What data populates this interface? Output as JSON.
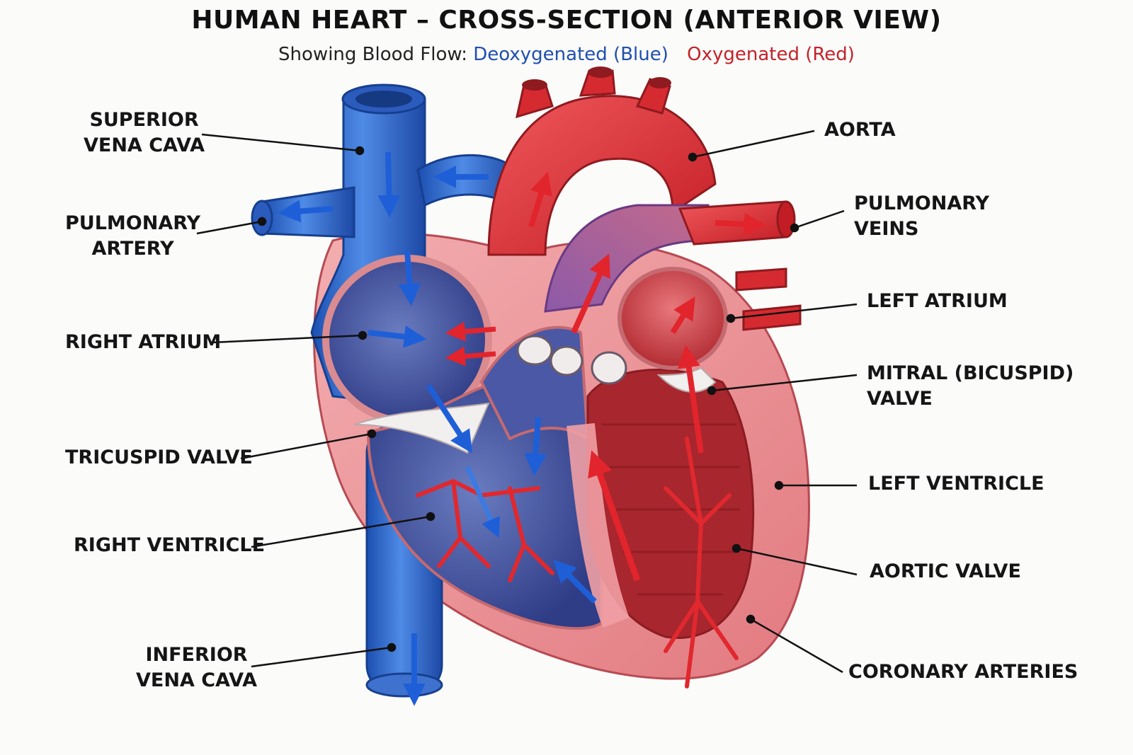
{
  "title": "HUMAN HEART – CROSS-SECTION (ANTERIOR VIEW)",
  "subtitle": {
    "prefix": "Showing Blood Flow:",
    "deoxygenated": "Deoxygenated (Blue)",
    "oxygenated": "Oxygenated (Red)"
  },
  "colors": {
    "deoxygenated": "#2a63c8",
    "oxygenated": "#d8262c",
    "muscle": "#e8848a",
    "background": "#fbfbfa"
  },
  "labels": {
    "superior_vena_cava": [
      "SUPERIOR",
      "VENA CAVA"
    ],
    "pulmonary_artery": [
      "PULMONARY",
      "ARTERY"
    ],
    "right_atrium": "RIGHT ATRIUM",
    "tricuspid_valve": "TRICUSPID VALVE",
    "right_ventricle": "RIGHT VENTRICLE",
    "inferior_vena_cava": [
      "INFERIOR",
      "VENA CAVA"
    ],
    "aorta": "AORTA",
    "pulmonary_veins": [
      "PULMONARY",
      "VEINS"
    ],
    "left_atrium": "LEFT ATRIUM",
    "mitral_valve": [
      "MITRAL (BICUSPID)",
      "VALVE"
    ],
    "left_ventricle": "LEFT VENTRICLE",
    "aortic_valve": "AORTIC VALVE",
    "coronary_arteries": "CORONARY ARTERIES"
  }
}
